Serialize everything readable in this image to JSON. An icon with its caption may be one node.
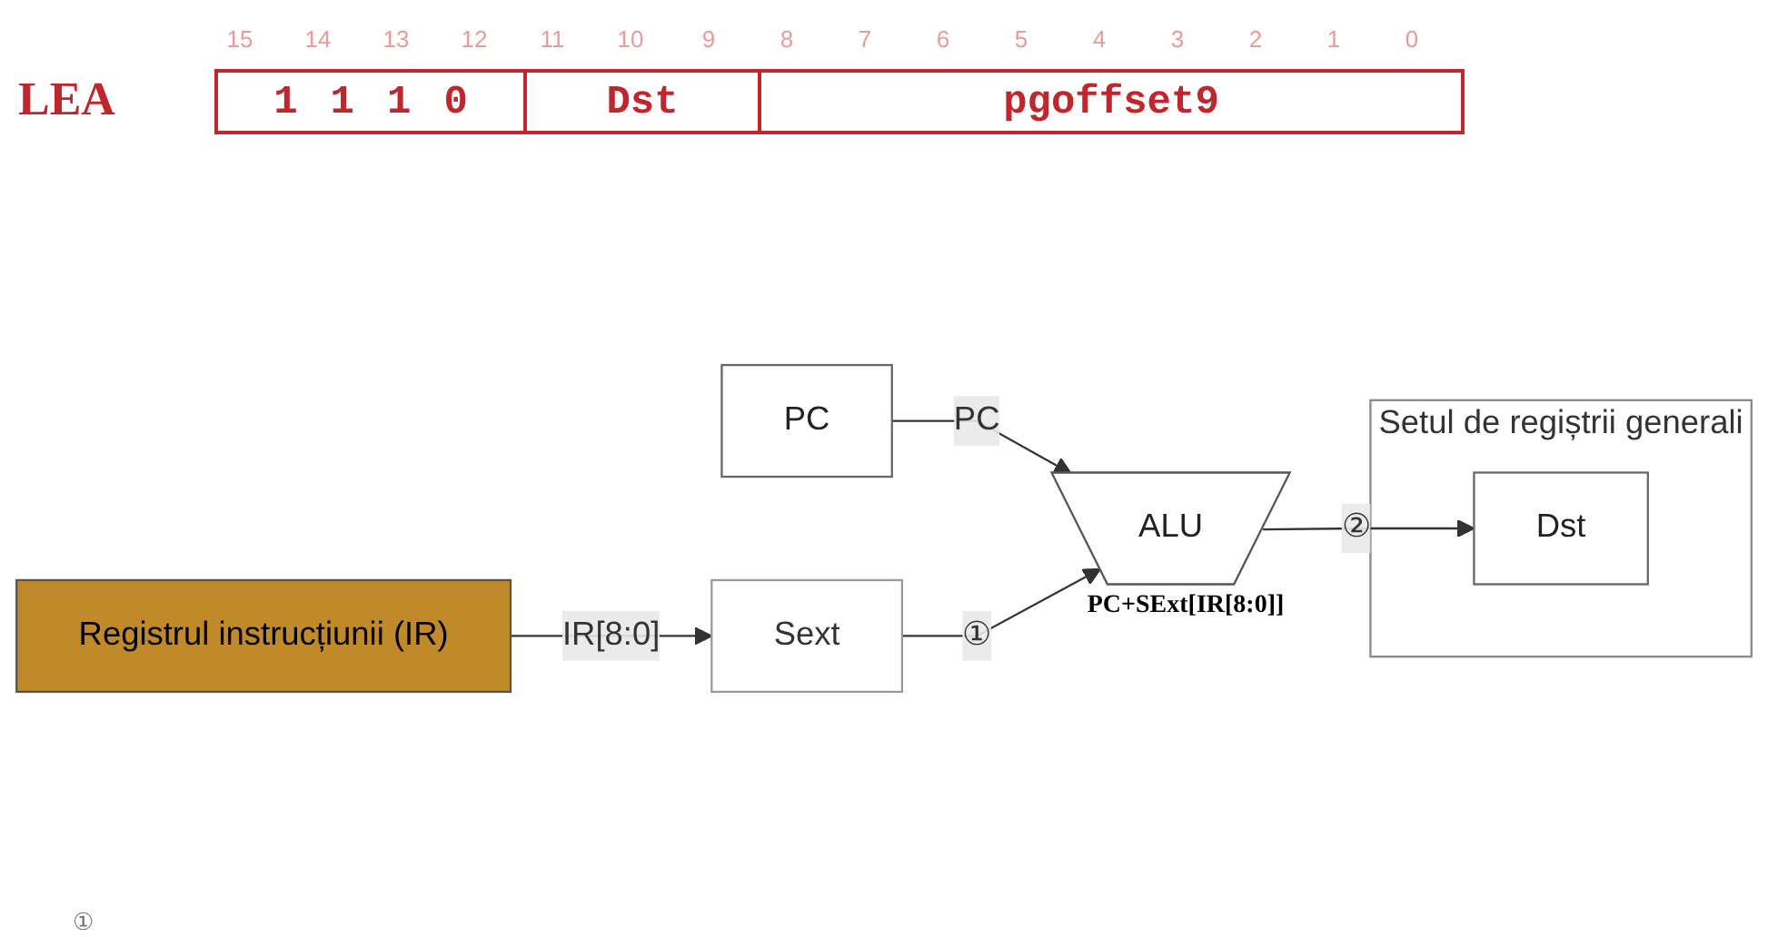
{
  "diagram": {
    "nodes": [
      {
        "text": [
          "PC"
        ]
      },
      {
        "text": [
          "Registrul instrucțiunii (IR)"
        ]
      },
      {
        "text": [
          "Sext"
        ]
      },
      {
        "text": [
          "ALU"
        ],
        "beside": [
          "PC+SExt[IR[8:0]]"
        ]
      },
      {
        "text": [
          "Setul de regiștrii generali"
        ]
      },
      {
        "text": [
          "Dst"
        ],
        "in": 4
      }
    ],
    "edges": [
      {
        "from": 0,
        "to": 3,
        "arrow": "to",
        "label": "PC"
      },
      {
        "from": 1,
        "to": 2,
        "arrow": "to",
        "label": "IR[8:0]"
      },
      {
        "from": 2,
        "to": 3,
        "arrow": "to",
        "label": "①"
      },
      {
        "from": 3,
        "to": 5,
        "arrow": "to",
        "label": "②"
      }
    ],
    "labels": [
      "LEA",
      "15",
      "14",
      "13",
      "12",
      "11",
      "10",
      "9",
      "8",
      "7",
      "6",
      "5",
      "4",
      "3",
      "2",
      "1",
      "0",
      "1",
      "1",
      "1",
      "0",
      "Dst",
      "pgoffset9",
      "①"
    ]
  }
}
